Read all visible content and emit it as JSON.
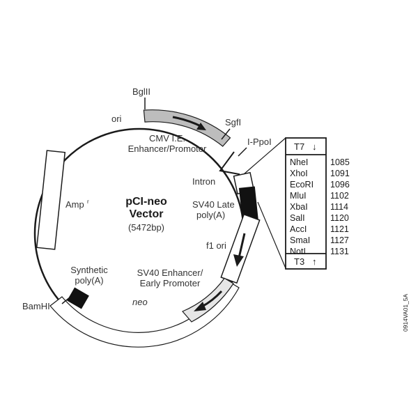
{
  "figure": {
    "title_line1": "pCI-neo",
    "title_line2": "Vector",
    "size": "(5472bp)",
    "figure_code": "0914VA01_5A"
  },
  "features": {
    "cmv": {
      "line1": "CMV I.E.",
      "line2": "Enhancer/Promoter",
      "color": "#bdbdbd"
    },
    "intron": "Intron",
    "sv40_late": {
      "line1": "SV40 Late",
      "line2": "poly(A)"
    },
    "f1_ori": "f1 ori",
    "sv40_early": {
      "line1": "SV40 Enhancer/",
      "line2": "Early Promoter",
      "color": "#e6e6e6"
    },
    "neo": "neo",
    "synthetic_polya": {
      "line1": "Synthetic",
      "line2": "poly(A)"
    },
    "amp": "Amp",
    "amp_superscript": "r",
    "ori": "ori"
  },
  "sites": {
    "bglii": "BglII",
    "sgfi": "SgfI",
    "i_ppoi": "I-PpoI",
    "bamhi": "BamHI"
  },
  "mcs": {
    "top_label": "T7",
    "top_arrow": "↓",
    "bottom_label": "T3",
    "bottom_arrow": "↑",
    "enzymes": [
      {
        "name": "NheI",
        "position": "1085"
      },
      {
        "name": "XhoI",
        "position": "1091"
      },
      {
        "name": "EcoRI",
        "position": "1096"
      },
      {
        "name": "MluI",
        "position": "1102"
      },
      {
        "name": "XbaI",
        "position": "1114"
      },
      {
        "name": "SalI",
        "position": "1120"
      },
      {
        "name": "AccI",
        "position": "1121"
      },
      {
        "name": "SmaI",
        "position": "1127"
      },
      {
        "name": "NotI",
        "position": "1131"
      }
    ]
  }
}
